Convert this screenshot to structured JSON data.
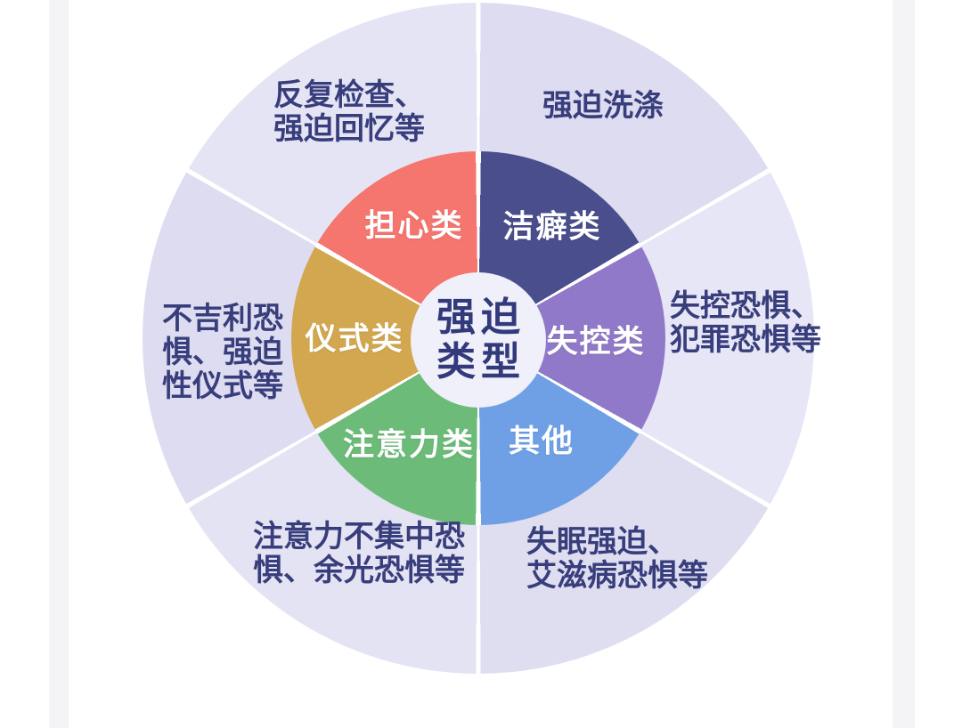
{
  "title": {
    "line1": "强迫",
    "line2": "类型"
  },
  "colors": {
    "annotation_text": "#383E7B",
    "hub_background": "#EFF0F9",
    "hub_text": "#333A7B",
    "background": "#FFFFFF",
    "edge_strip": "#F4F4F7",
    "divider": "#FFFFFF"
  },
  "segments": [
    {
      "label": "洁癖类",
      "color": "#4A4E8C",
      "outer_shade": "#DDDCF0",
      "annotation": "强迫洗涤"
    },
    {
      "label": "失控类",
      "color": "#9079C8",
      "outer_shade": "#E7E6F7",
      "annotation": "失控恐惧、犯罪恐惧等"
    },
    {
      "label": "其他",
      "color": "#6FA0E6",
      "outer_shade": "#DFDEF1",
      "annotation": "失眠强迫、艾滋病恐惧等"
    },
    {
      "label": "注意力类",
      "color": "#6CBB78",
      "outer_shade": "#E4E3F4",
      "annotation": "注意力不集中恐惧、余光恐惧等"
    },
    {
      "label": "仪式类",
      "color": "#D2A750",
      "outer_shade": "#DDDCF0",
      "annotation": "不吉利恐惧、强迫性仪式等"
    },
    {
      "label": "担心类",
      "color": "#F5756F",
      "outer_shade": "#E5E4F5",
      "annotation": "反复检查、强迫回忆等"
    }
  ],
  "annotations": {
    "top_left": {
      "line1": "反复检查、",
      "line2": "强迫回忆等"
    },
    "top_right": {
      "line1": "强迫洗涤"
    },
    "right": {
      "line1": "失控恐惧、",
      "line2": "犯罪恐惧等"
    },
    "left": {
      "line1": "不吉利恐",
      "line2": "惧、强迫",
      "line3": "性仪式等"
    },
    "bottom_left": {
      "line1": "注意力不集中恐",
      "line2": "惧、余光恐惧等"
    },
    "bottom_right": {
      "line1": "失眠强迫、",
      "line2": "艾滋病恐惧等"
    }
  }
}
